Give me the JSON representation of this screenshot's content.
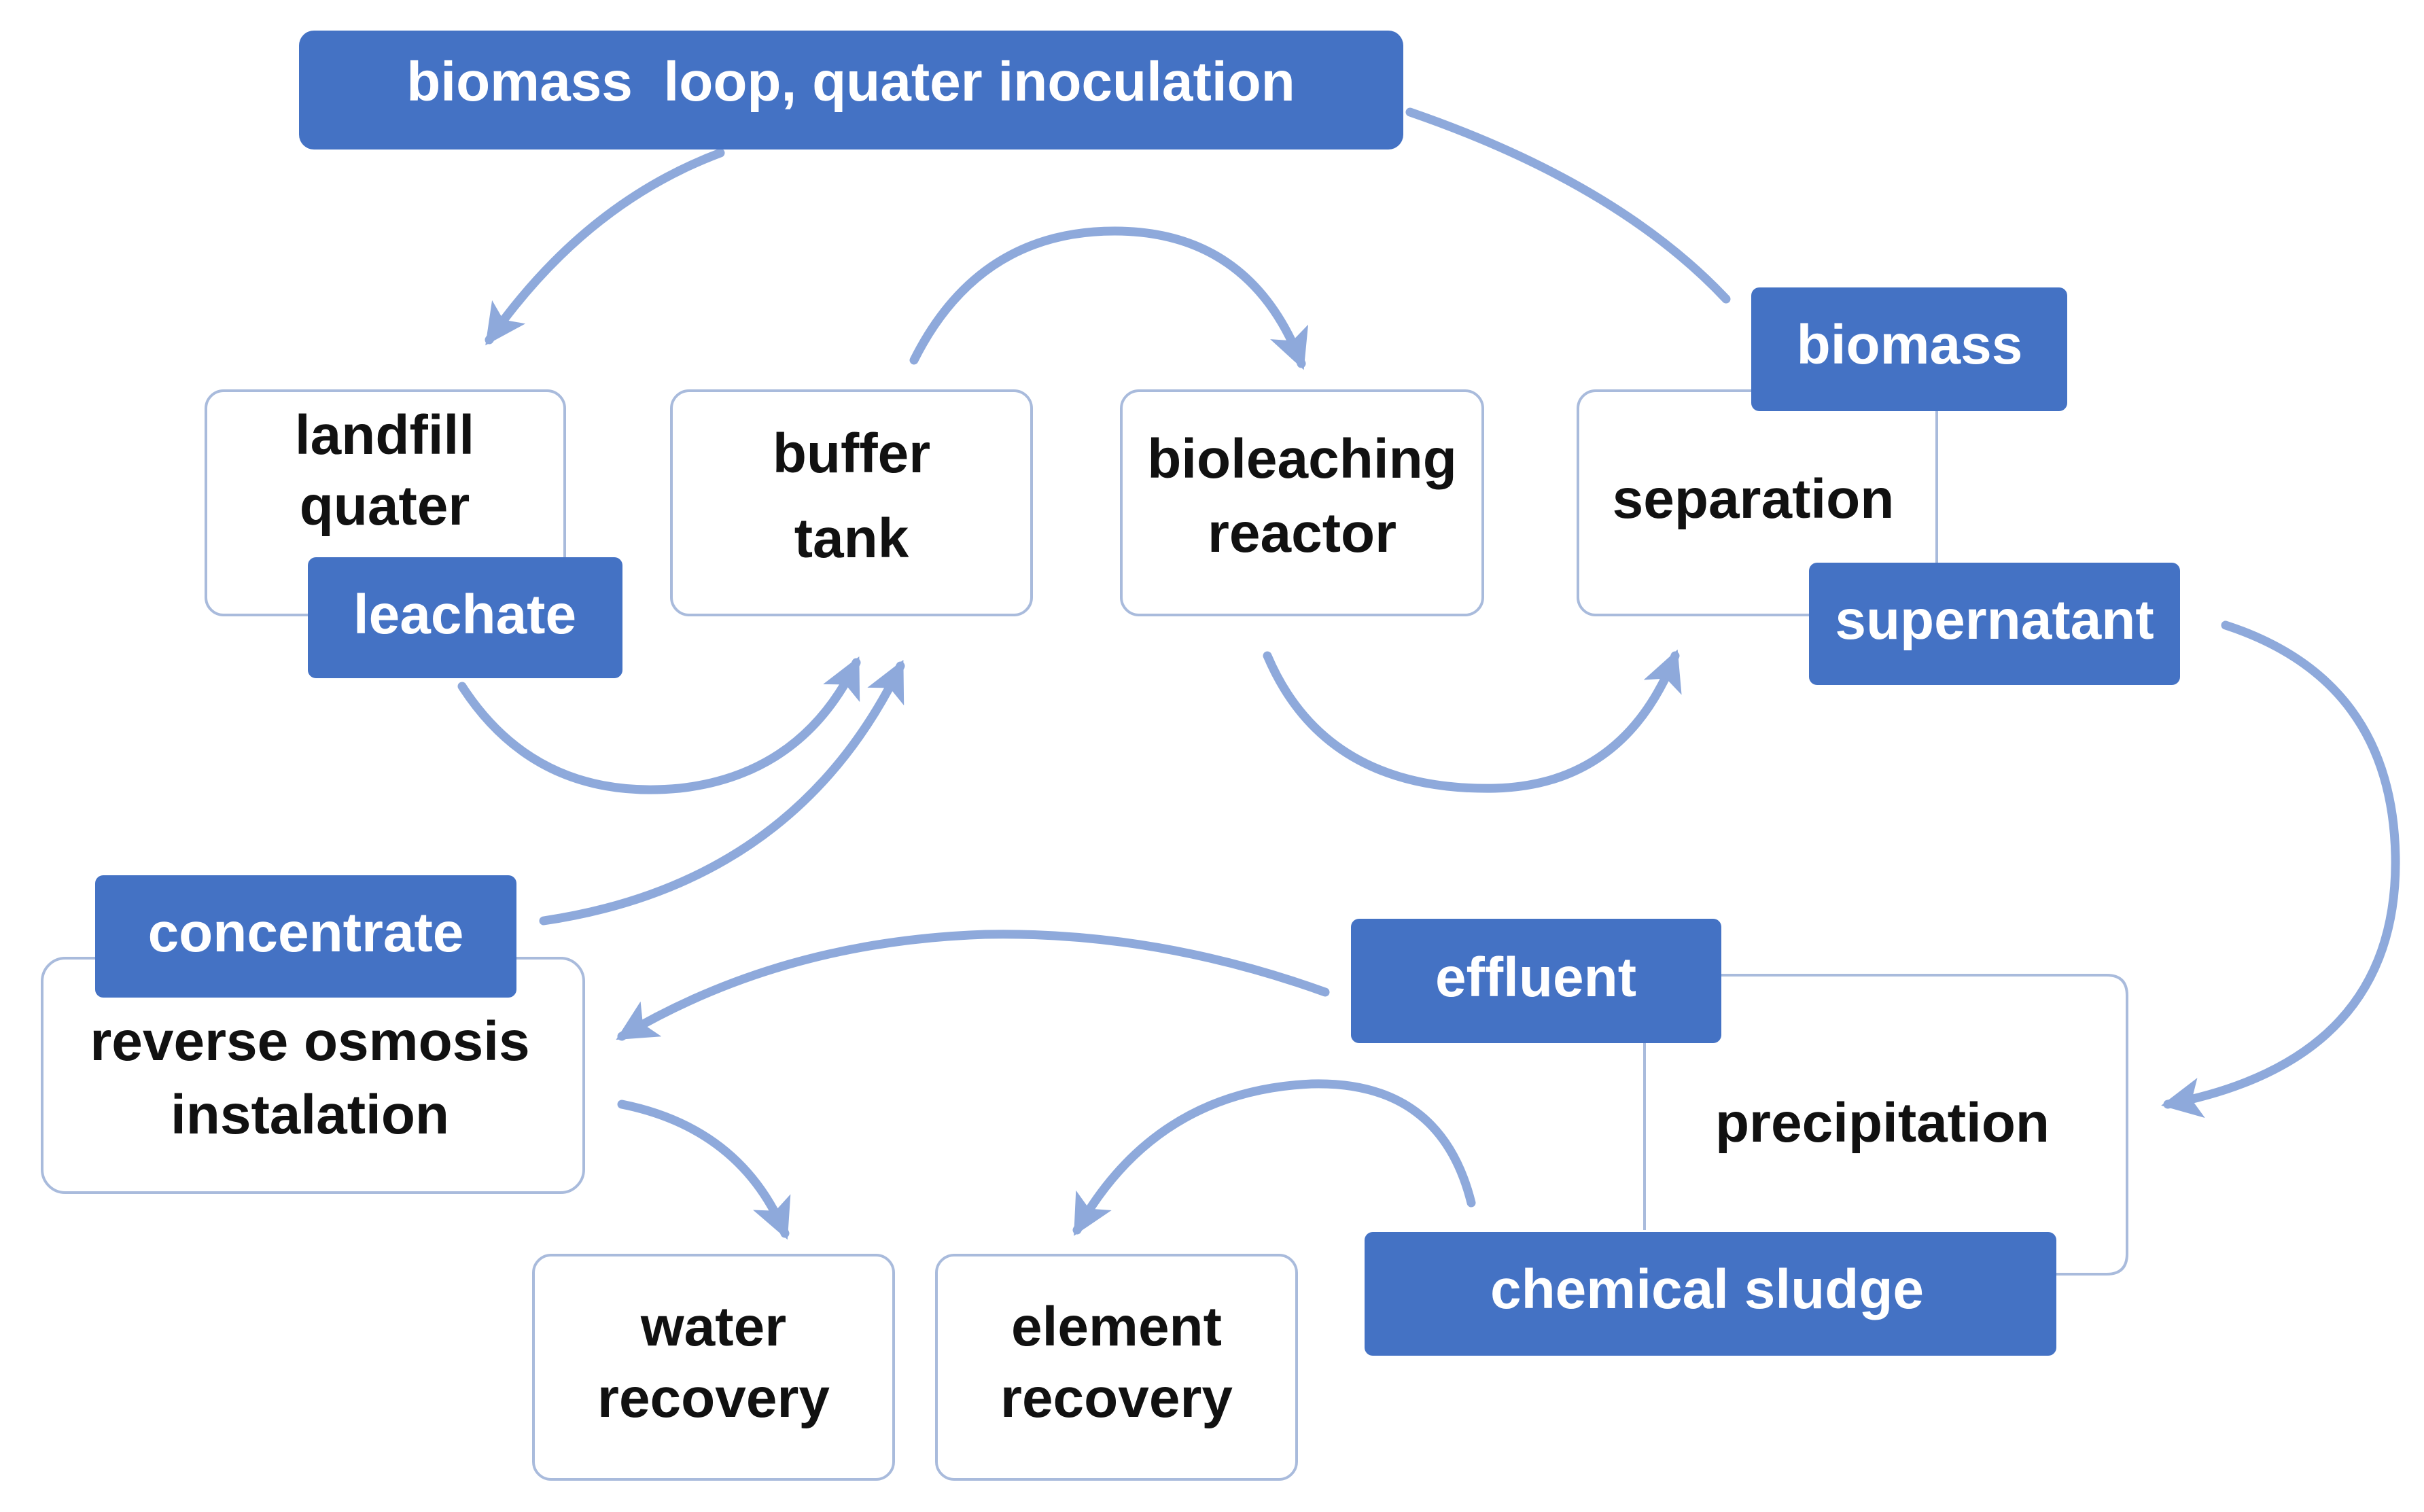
{
  "diagram": {
    "top_label": "biomass  loop, quater inoculation",
    "landfill": {
      "line1": "landfill",
      "line2": "quater"
    },
    "leachate": "leachate",
    "buffer": {
      "line1": "buffer",
      "line2": "tank"
    },
    "bioleaching": {
      "line1": "bioleaching",
      "line2": "reactor"
    },
    "separation": "separation",
    "biomass": "biomass",
    "supernatant": "supernatant",
    "concentrate": "concentrate",
    "reverse_osmosis": {
      "line1": "reverse osmosis",
      "line2": "instalation"
    },
    "effluent": "effluent",
    "precipitation": "precipitation",
    "chemical_sludge": "chemical sludge",
    "water_recovery": {
      "line1": "water",
      "line2": "recovery"
    },
    "element_recovery": {
      "line1": "element",
      "line2": "recovery"
    },
    "colors": {
      "label_fill": "#4472c4",
      "arrow": "#8ea9db",
      "box_border": "#a9bbdc"
    }
  }
}
